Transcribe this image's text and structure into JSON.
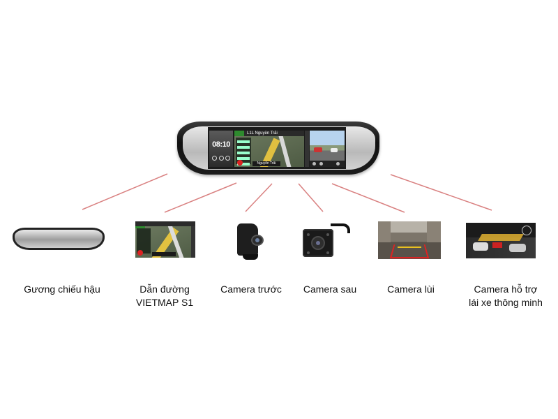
{
  "mirror": {
    "clock": "08:10",
    "nav_title": "L1L  Nguyễn Trãi",
    "nav_street": "Nguyễn Trãi"
  },
  "components": [
    {
      "label_line1": "Gương chiếu hậu",
      "label_line2": ""
    },
    {
      "label_line1": "Dẫn đường",
      "label_line2": "VIETMAP S1"
    },
    {
      "label_line1": "Camera trước",
      "label_line2": ""
    },
    {
      "label_line1": "Camera sau",
      "label_line2": ""
    },
    {
      "label_line1": "Camera lùi",
      "label_line2": ""
    },
    {
      "label_line1": "Camera hỗ trợ",
      "label_line2": "lái xe thông minh"
    }
  ],
  "colors": {
    "connector": "#d98080",
    "label": "#111111",
    "nav_green": "#2e8b2e",
    "alert_red": "#d22222"
  },
  "icons": [
    "mirror-icon",
    "navigation-screen-icon",
    "front-camera-icon",
    "rear-camera-icon",
    "reverse-camera-view-icon",
    "adas-view-icon"
  ]
}
